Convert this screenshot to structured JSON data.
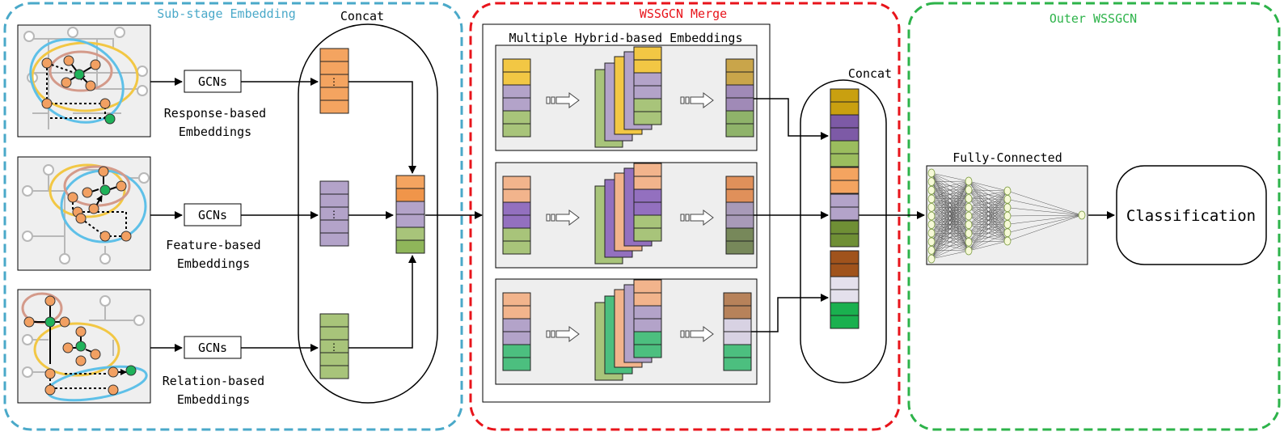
{
  "sections": {
    "sub_stage": {
      "title": "Sub-stage Embedding",
      "color": "#4aa9c9"
    },
    "merge": {
      "title": "WSSGCN Merge",
      "color": "#e8141b"
    },
    "outer": {
      "title": "Outer WSSGCN",
      "color": "#2db34a"
    }
  },
  "labels": {
    "concat_left": "Concat",
    "concat_right": "Concat",
    "gcns": "GCNs",
    "response_1": "Response-based",
    "response_2": "Embeddings",
    "feature_1": "Feature-based",
    "feature_2": "Embeddings",
    "relation_1": "Relation-based",
    "relation_2": "Embeddings",
    "multiple_hybrid": "Multiple Hybrid-based Embeddings",
    "fully_connected": "Fully-Connected",
    "classification": "Classification",
    "dots": "⋮"
  },
  "colors": {
    "orange": "#f4a460",
    "orange_dark": "#f0954a",
    "purple_light": "#b3a3c9",
    "green_light": "#a8c47a",
    "yellow": "#f2c744",
    "peach": "#f2b48c",
    "violet": "#9370bf",
    "mint": "#4cbf7f",
    "gold": "#c9a54a",
    "olive": "#8fa36a",
    "rust": "#a0531c",
    "grayviolet": "#d8d2e3",
    "emerald": "#1ab04f",
    "node_orange": "#f2a062",
    "node_green": "#1fb25a"
  }
}
